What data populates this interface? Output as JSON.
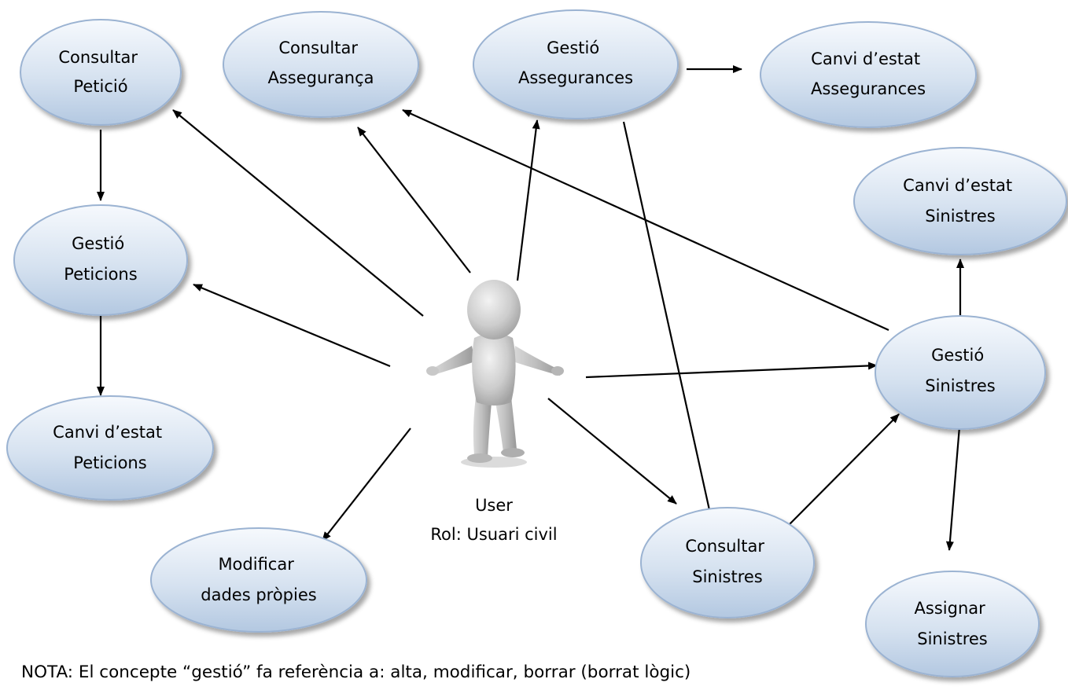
{
  "use_cases": {
    "consultar_peticio": [
      "Consultar",
      "Petició"
    ],
    "consultar_asseguranca": [
      "Consultar",
      "Assegurança"
    ],
    "gestio_assegurances": [
      "Gestió",
      "Assegurances"
    ],
    "canvi_estat_assegurances": [
      "Canvi d’estat",
      "Assegurances"
    ],
    "gestio_peticions": [
      "Gestió",
      "Peticions"
    ],
    "canvi_estat_sinistres": [
      "Canvi d’estat",
      "Sinistres"
    ],
    "gestio_sinistres": [
      "Gestió",
      "Sinistres"
    ],
    "canvi_estat_peticions": [
      "Canvi d’estat",
      "Peticions"
    ],
    "modificar_dades": [
      "Modificar",
      "dades pròpies"
    ],
    "consultar_sinistres": [
      "Consultar",
      "Sinistres"
    ],
    "assignar_sinistres": [
      "Assignar",
      "Sinistres"
    ]
  },
  "actor": {
    "name": "User",
    "role": "Rol: Usuari civil"
  },
  "note": "NOTA: El concepte “gestió” fa referència a: alta, modificar, borrar (borrat lògic)",
  "colors": {
    "ellipse_fill_top": "#f4f8fc",
    "ellipse_fill_bottom": "#b4c9e2",
    "ellipse_stroke": "#9bb3d2",
    "arrow": "#000000"
  }
}
